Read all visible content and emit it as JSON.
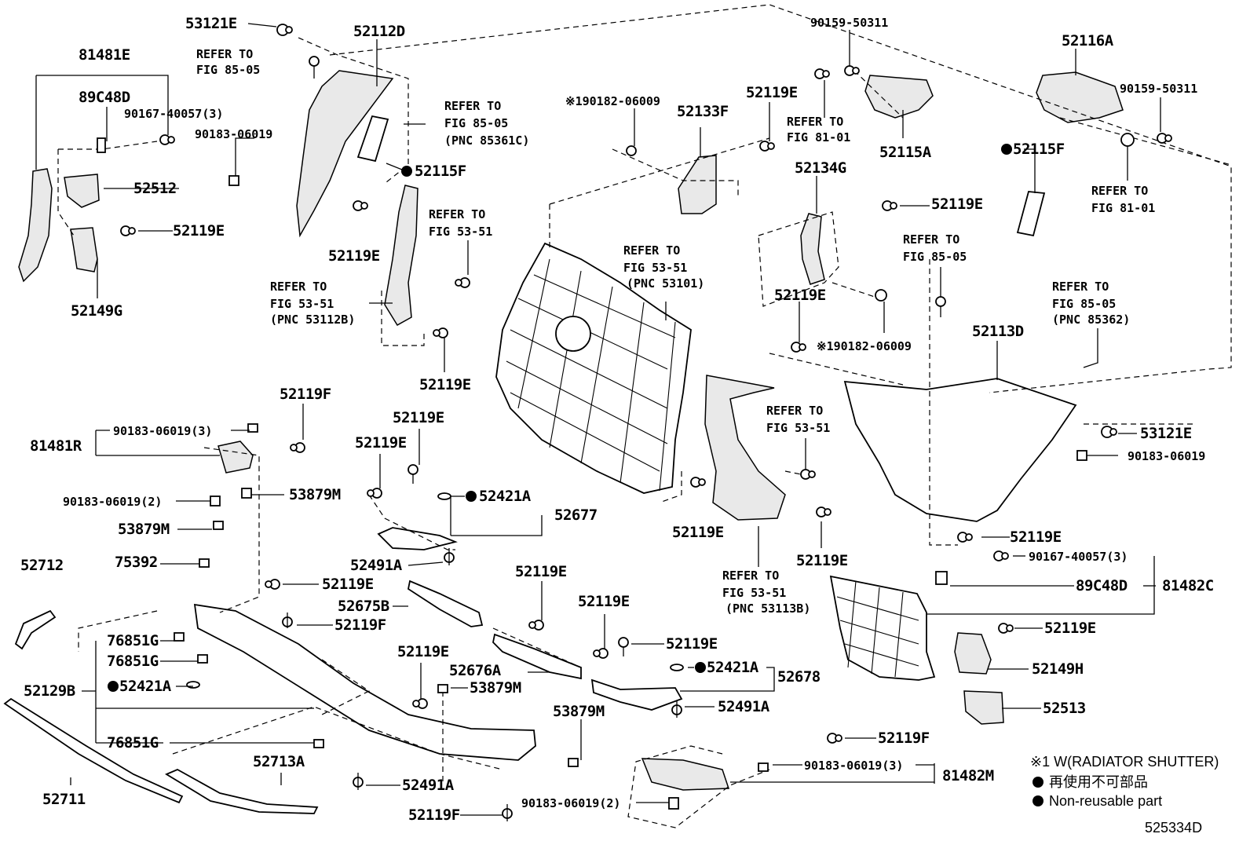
{
  "labels": {
    "p53121E_top": "53121E",
    "p52112D": "52112D",
    "p90159_a": "90159-50311",
    "p52116A": "52116A",
    "p81481E": "81481E",
    "ref_85_05_a1": "REFER TO",
    "ref_85_05_a2": "FIG 85-05",
    "p89C48D_l": "89C48D",
    "p90167_l": "90167-40057(3)",
    "ref_85361_1": "REFER TO",
    "ref_85361_2": "FIG 85-05",
    "ref_85361_3": "(PNC 85361C)",
    "p190182_top": "※190182-06009",
    "p52119E_1": "52119E",
    "p90159_b": "90159-50311",
    "p90183_a": "90183-06019",
    "p52133F": "52133F",
    "ref_81_01_a1": "REFER TO",
    "ref_81_01_a2": "FIG 81-01",
    "p52115A": "52115A",
    "p52115F_l": "52115F",
    "p52115F_r": "52115F",
    "p52512": "52512",
    "p52134G": "52134G",
    "ref_81_01_b1": "REFER TO",
    "ref_81_01_b2": "FIG 81-01",
    "ref_53_51_a1": "REFER TO",
    "ref_53_51_a2": "FIG 53-51",
    "p52119E_2": "52119E",
    "p52119E_3": "52119E",
    "ref_85_05_b1": "REFER TO",
    "ref_85_05_b2": "FIG 85-05",
    "ref_53101_1": "REFER TO",
    "ref_53101_2": "FIG 53-51",
    "ref_53101_3": "(PNC 53101)",
    "p52119E_4": "52119E",
    "p52149G": "52149G",
    "ref_53112B_1": "REFER TO",
    "ref_53112B_2": "FIG 53-51",
    "ref_53112B_3": "(PNC 53112B)",
    "p52119E_5": "52119E",
    "ref_85362_1": "REFER TO",
    "ref_85362_2": "FIG 85-05",
    "ref_85362_3": "(PNC 85362)",
    "p190182_mid": "※190182-06009",
    "p52113D": "52113D",
    "p52119E_6": "52119E",
    "p52119F_a": "52119F",
    "p52119E_7": "52119E",
    "ref_53_51_c1": "REFER TO",
    "ref_53_51_c2": "FIG 53-51",
    "p81481R": "81481R",
    "p90183_3a": "90183-06019(3)",
    "p52119E_8": "52119E",
    "p53121E_r": "53121E",
    "p90183_b": "90183-06019",
    "p90183_2a": "90183-06019(2)",
    "p53879M_a": "53879M",
    "p52421A_a": "52421A",
    "p52677": "52677",
    "p52119E_9": "52119E",
    "p52119E_10": "52119E",
    "p53879M_b": "53879M",
    "p52491A_a": "52491A",
    "p52119E_11": "52119E",
    "ref_53113B_1": "REFER TO",
    "ref_53113B_2": "FIG 53-51",
    "ref_53113B_3": "(PNC 53113B)",
    "p52712": "52712",
    "p75392": "75392",
    "p90167_r": "90167-40057(3)",
    "p89C48D_r": "89C48D",
    "p81482C": "81482C",
    "p52119E_12": "52119E",
    "p52119E_13": "52119E",
    "p52675B": "52675B",
    "p52119E_14": "52119E",
    "p52119F_b": "52119F",
    "p52119E_15": "52119E",
    "p76851G_a": "76851G",
    "p76851G_b": "76851G",
    "p52119E_16": "52119E",
    "p52119E_17": "52119E",
    "p52421A_b": "52421A",
    "p52678": "52678",
    "p52149H": "52149H",
    "p52129B": "52129B",
    "p52421A_c": "52421A",
    "p52676A": "52676A",
    "p53879M_c": "53879M",
    "p52491A_b": "52491A",
    "p52513": "52513",
    "p53879M_d": "53879M",
    "p76851G_c": "76851G",
    "p52119F_c": "52119F",
    "p52713A": "52713A",
    "p90183_3b": "90183-06019(3)",
    "p81482M": "81482M",
    "p52491A_c": "52491A",
    "p52711": "52711",
    "p90183_2b": "90183-06019(2)",
    "p52119F_d": "52119F",
    "legend_w": "※1 W(RADIATOR SHUTTER)",
    "legend_jp": "再使用不可部品",
    "legend_en": "Non-reusable part",
    "diagram_id": "525334D"
  }
}
